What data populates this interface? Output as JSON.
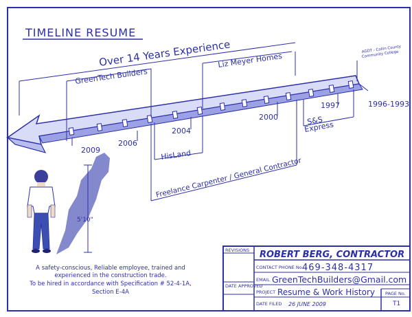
{
  "title": "TIMELINE RESUME",
  "timeline": {
    "headline": "Over 14 Years Experience",
    "employers": {
      "greentech": "GreenTech Builders",
      "liz_meyer": "Liz Meyer Homes",
      "agdt": "AGDT - Collin County",
      "agdt_line2": "Community College",
      "hisland": "HisLand",
      "sns": "S&S",
      "sns_line2": "Express",
      "freelance": "Freelance Carpenter / General Contractor"
    },
    "years": {
      "y2009": "2009",
      "y2006": "2006",
      "y2004": "2004",
      "y2000": "2000",
      "y1997": "1997",
      "y1996": "1996-1993"
    }
  },
  "figure": {
    "height_label": "5'10\""
  },
  "summary": {
    "line1": "A safety-conscious, Reliable employee, trained and",
    "line2": "experienced in the construction trade.",
    "line3": "To be hired in accordance with Specification # 52-4-1A,",
    "line4": "Section E-4A"
  },
  "title_block": {
    "revisions_label": "REVISIONS",
    "date_approved_label": "DATE APPROVED",
    "name": "ROBERT BERG, CONTRACTOR",
    "phone_label": "CONTACT PHONE No.",
    "phone": "469-348-4317",
    "email_label": "EMAIL",
    "email": "GreenTechBuilders@Gmail.com",
    "project_label": "PROJECT",
    "project": "Resume & Work History",
    "date_filed_label": "DATE FILED",
    "date_filed": "26 JUNE 2009",
    "page_label": "PAGE No.",
    "page_no": "T1"
  },
  "colors": {
    "ink": "#2b2fa8",
    "beam_fill": "#d9dcf6",
    "shadow": "#6f73c4",
    "shirt": "#ffffff",
    "jeans": "#3a4fb0"
  }
}
